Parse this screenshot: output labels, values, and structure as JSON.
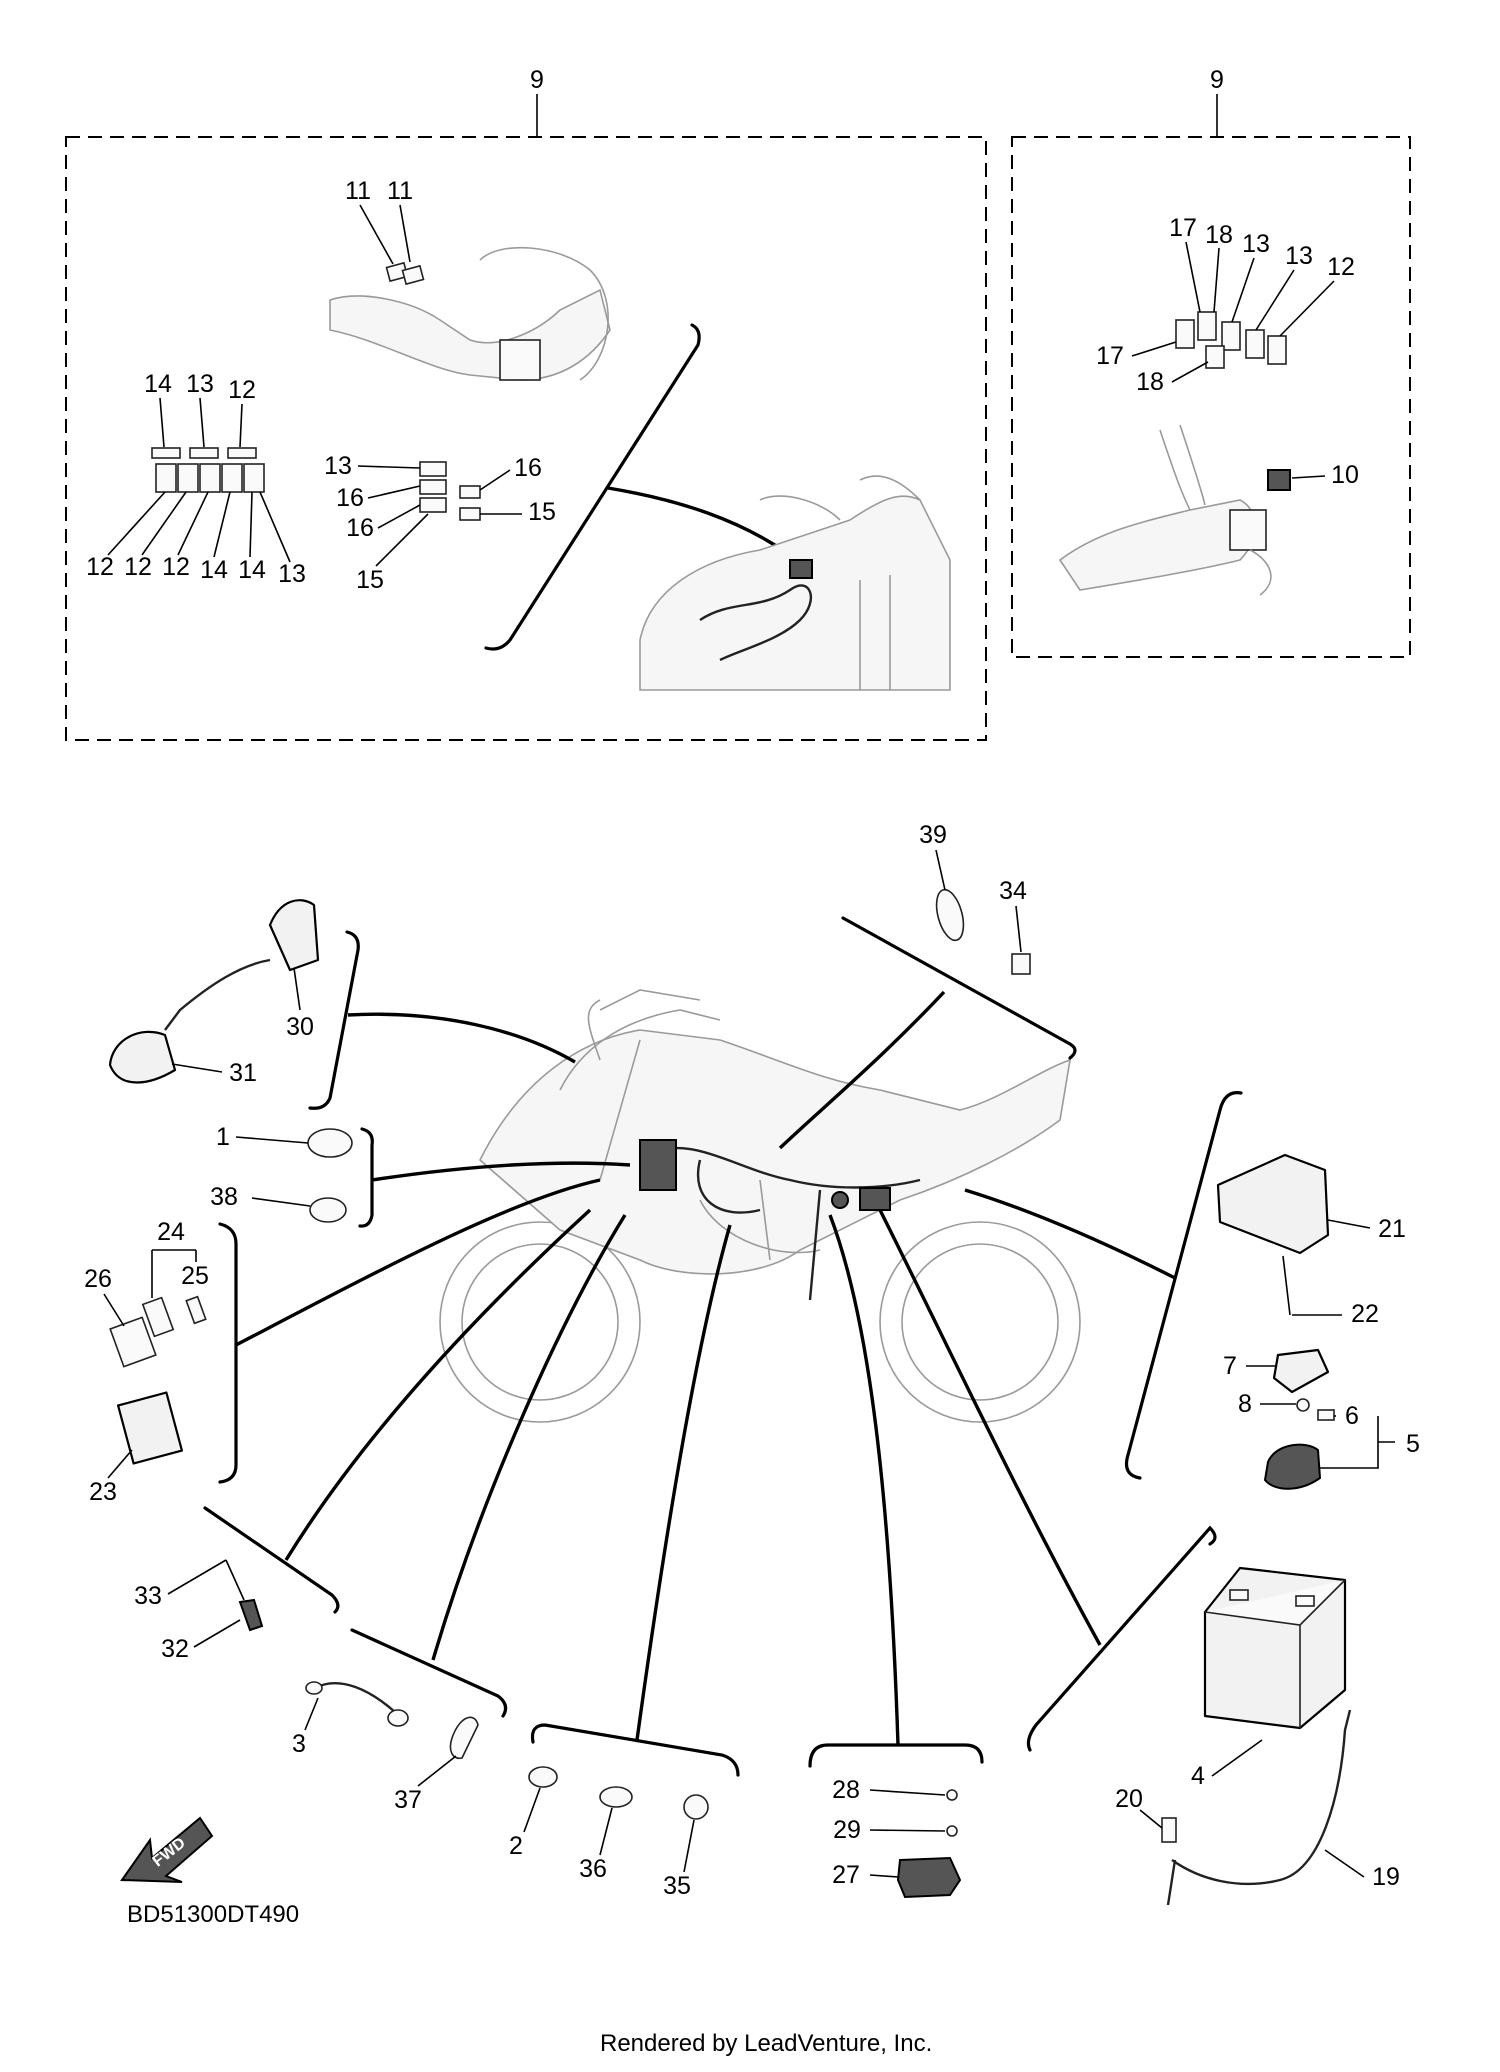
{
  "callouts": {
    "c9a": "9",
    "c9b": "9",
    "c11a": "11",
    "c11b": "11",
    "c14t": "14",
    "c13t": "13",
    "c12t": "12",
    "c12b1": "12",
    "c12b2": "12",
    "c12b3": "12",
    "c14b1": "14",
    "c14b2": "14",
    "c13b": "13",
    "c13m": "13",
    "c16m1": "16",
    "c16m2": "16",
    "c16m3": "16",
    "c15m1": "15",
    "c15m2": "15",
    "c17a": "17",
    "c18a": "18",
    "c13r1": "13",
    "c13r2": "13",
    "c12r": "12",
    "c17b": "17",
    "c18b": "18",
    "c10": "10",
    "c39": "39",
    "c34": "34",
    "c30": "30",
    "c31": "31",
    "c1": "1",
    "c38": "38",
    "c24": "24",
    "c25": "25",
    "c26": "26",
    "c23": "23",
    "c21": "21",
    "c22": "22",
    "c7": "7",
    "c8": "8",
    "c6": "6",
    "c5": "5",
    "c33": "33",
    "c32": "32",
    "c3": "3",
    "c37": "37",
    "c2": "2",
    "c36": "36",
    "c35": "35",
    "c28": "28",
    "c29": "29",
    "c27": "27",
    "c4": "4",
    "c20": "20",
    "c19": "19"
  },
  "fwd_badge": "FWD",
  "diagram_code": "BD51300DT490",
  "render_credit": "Rendered by LeadVenture, Inc."
}
